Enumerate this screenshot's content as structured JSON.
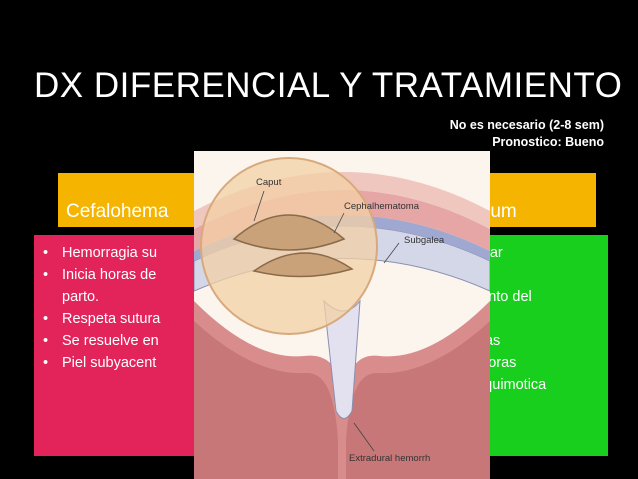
{
  "slide": {
    "title": "DX DIFERENCIAL Y TRATAMIENTO",
    "note": {
      "line1": "No es necesario (2-8 sem)",
      "line2": "Pronostico: Bueno"
    }
  },
  "left": {
    "header": "Cefalohema",
    "items": [
      {
        "bullet": "•",
        "lines": [
          "Hemorragia  su"
        ]
      },
      {
        "bullet": "•",
        "lines": [
          "Inicia horas de",
          "parto."
        ]
      },
      {
        "bullet": "•",
        "lines": [
          "Respeta sutura"
        ]
      },
      {
        "bullet": "•",
        "lines": [
          "Se resuelve en"
        ]
      },
      {
        "bullet": "•",
        "lines": [
          "Piel subyacent"
        ]
      }
    ]
  },
  "right": {
    "header": "cedaneum",
    "lines": [
      "celular",
      "",
      "omento del",
      "",
      "uturas",
      "en horas",
      "nte quimotica"
    ]
  },
  "figure": {
    "labels": {
      "caput": "Caput",
      "cephalhematoma": "Cephalhematoma",
      "subgaleal": "Subgalea",
      "extradural": "Extradural hemorrh"
    }
  },
  "colors": {
    "background": "#000000",
    "header_fill": "#f4b400",
    "left_fill": "#e3245a",
    "right_fill": "#19cf1e",
    "text": "#ffffff"
  }
}
